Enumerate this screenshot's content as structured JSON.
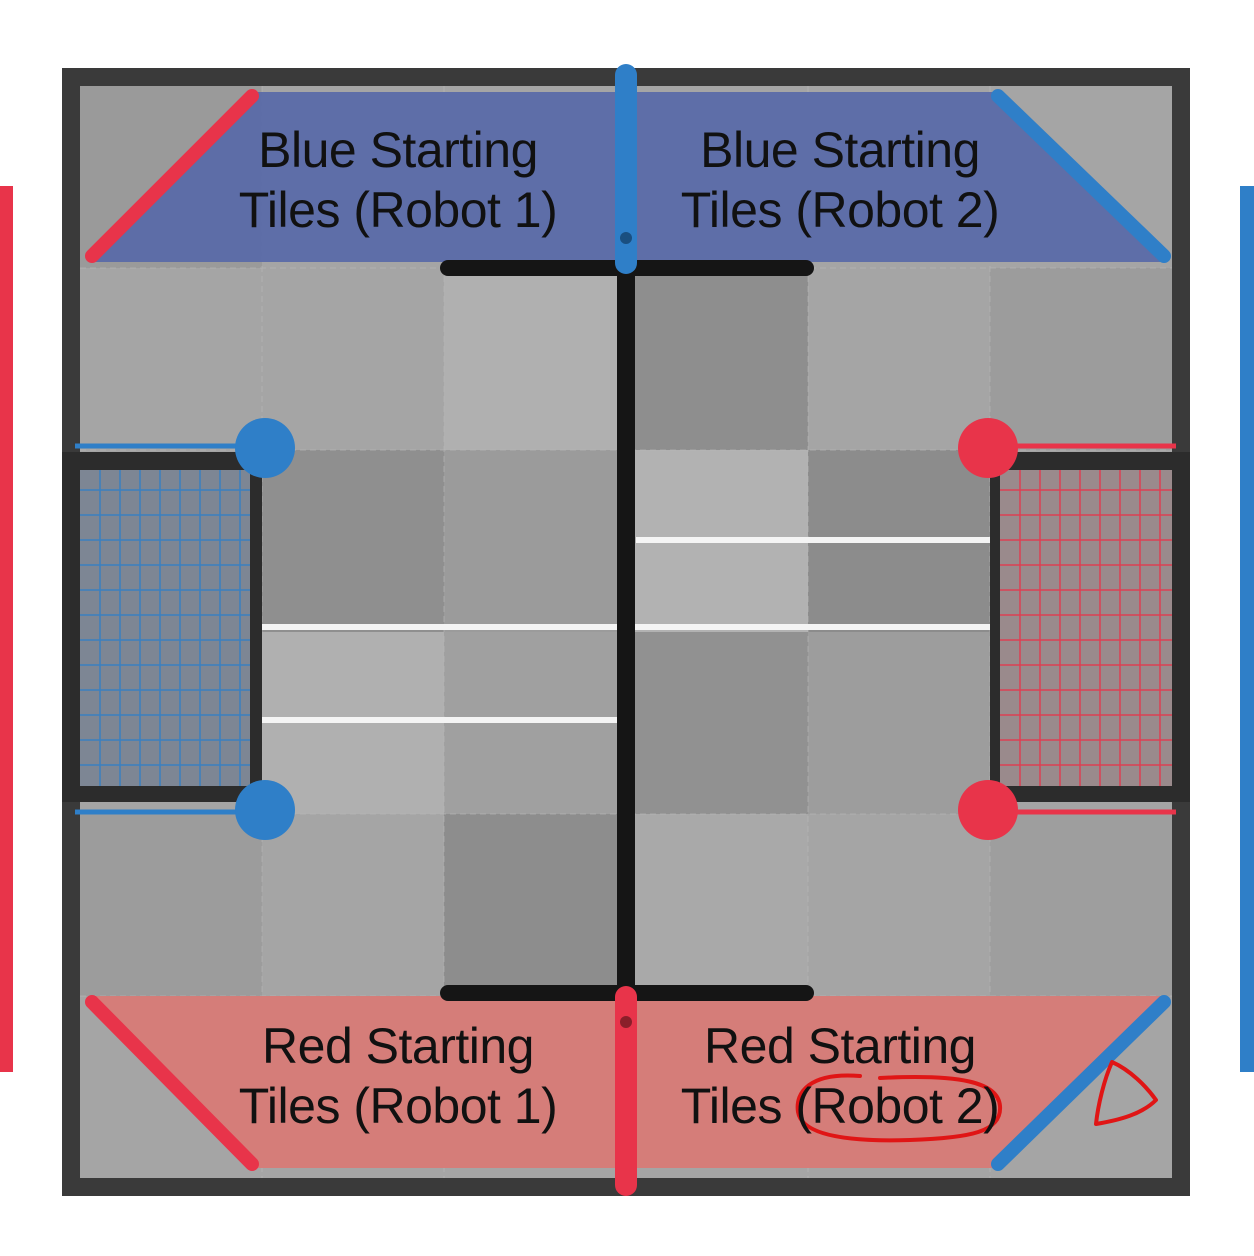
{
  "zones": {
    "blue_robot1": {
      "line1": "Blue Starting",
      "line2": "Tiles (Robot 1)"
    },
    "blue_robot2": {
      "line1": "Blue Starting",
      "line2": "Tiles (Robot 2)"
    },
    "red_robot1": {
      "line1": "Red Starting",
      "line2": "Tiles (Robot 1)"
    },
    "red_robot2": {
      "line1": "Red Starting",
      "line2": "Tiles (Robot 2)"
    }
  },
  "colors": {
    "blue_zone": "#5a6aa8",
    "red_zone": "#d77a76",
    "blue_pipe": "#2f7fc8",
    "red_pipe": "#e8344a",
    "tile_light": "#a7a7a7",
    "tile_dark": "#8f8f8f",
    "frame": "#2a2a2a",
    "annotation": "#e01515"
  },
  "annotations": [
    "circle-around-robot-2",
    "hand-drawn-triangle"
  ]
}
